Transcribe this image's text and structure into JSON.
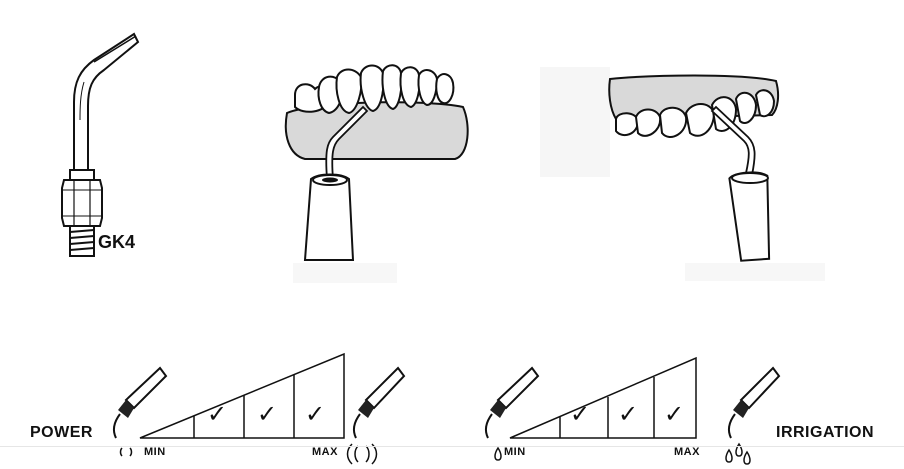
{
  "tip": {
    "name": "GK4"
  },
  "power": {
    "label": "POWER",
    "min_label": "MIN",
    "max_label": "MAX",
    "checked_levels": [
      false,
      true,
      true,
      true
    ],
    "check_glyph": "✓"
  },
  "irrigation": {
    "label": "IRRIGATION",
    "min_label": "MIN",
    "max_label": "MAX",
    "checked_levels": [
      false,
      true,
      true,
      true
    ],
    "check_glyph": "✓"
  },
  "colors": {
    "ink": "#111111",
    "gum": "#d9d9d9",
    "shade": "#f4f4f4"
  }
}
